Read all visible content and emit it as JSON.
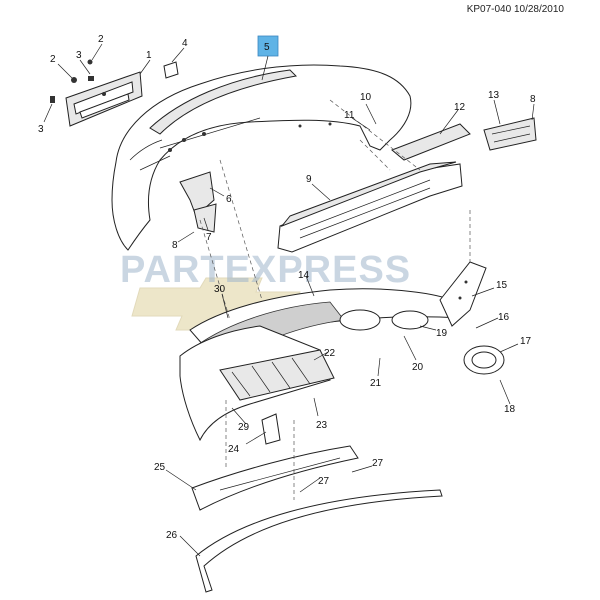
{
  "header": {
    "code": "KP07-040 10/28/2010"
  },
  "watermark": {
    "text": "PARTEXPRESS"
  },
  "highlight": {
    "label": "5"
  },
  "callouts": [
    {
      "id": "c1",
      "label": "1"
    },
    {
      "id": "c2a",
      "label": "2"
    },
    {
      "id": "c2b",
      "label": "2"
    },
    {
      "id": "c3a",
      "label": "3"
    },
    {
      "id": "c3b",
      "label": "3"
    },
    {
      "id": "c4",
      "label": "4"
    },
    {
      "id": "c6",
      "label": "6"
    },
    {
      "id": "c7",
      "label": "7"
    },
    {
      "id": "c8a",
      "label": "8"
    },
    {
      "id": "c8b",
      "label": "8"
    },
    {
      "id": "c9",
      "label": "9"
    },
    {
      "id": "c10",
      "label": "10"
    },
    {
      "id": "c11",
      "label": "11"
    },
    {
      "id": "c12",
      "label": "12"
    },
    {
      "id": "c13",
      "label": "13"
    },
    {
      "id": "c14",
      "label": "14"
    },
    {
      "id": "c15",
      "label": "15"
    },
    {
      "id": "c16",
      "label": "16"
    },
    {
      "id": "c17",
      "label": "17"
    },
    {
      "id": "c18",
      "label": "18"
    },
    {
      "id": "c19",
      "label": "19"
    },
    {
      "id": "c20",
      "label": "20"
    },
    {
      "id": "c21",
      "label": "21"
    },
    {
      "id": "c22",
      "label": "22"
    },
    {
      "id": "c23",
      "label": "23"
    },
    {
      "id": "c24",
      "label": "24"
    },
    {
      "id": "c25",
      "label": "25"
    },
    {
      "id": "c26",
      "label": "26"
    },
    {
      "id": "c27a",
      "label": "27"
    },
    {
      "id": "c27b",
      "label": "27"
    },
    {
      "id": "c29",
      "label": "29"
    },
    {
      "id": "c30",
      "label": "30"
    }
  ]
}
